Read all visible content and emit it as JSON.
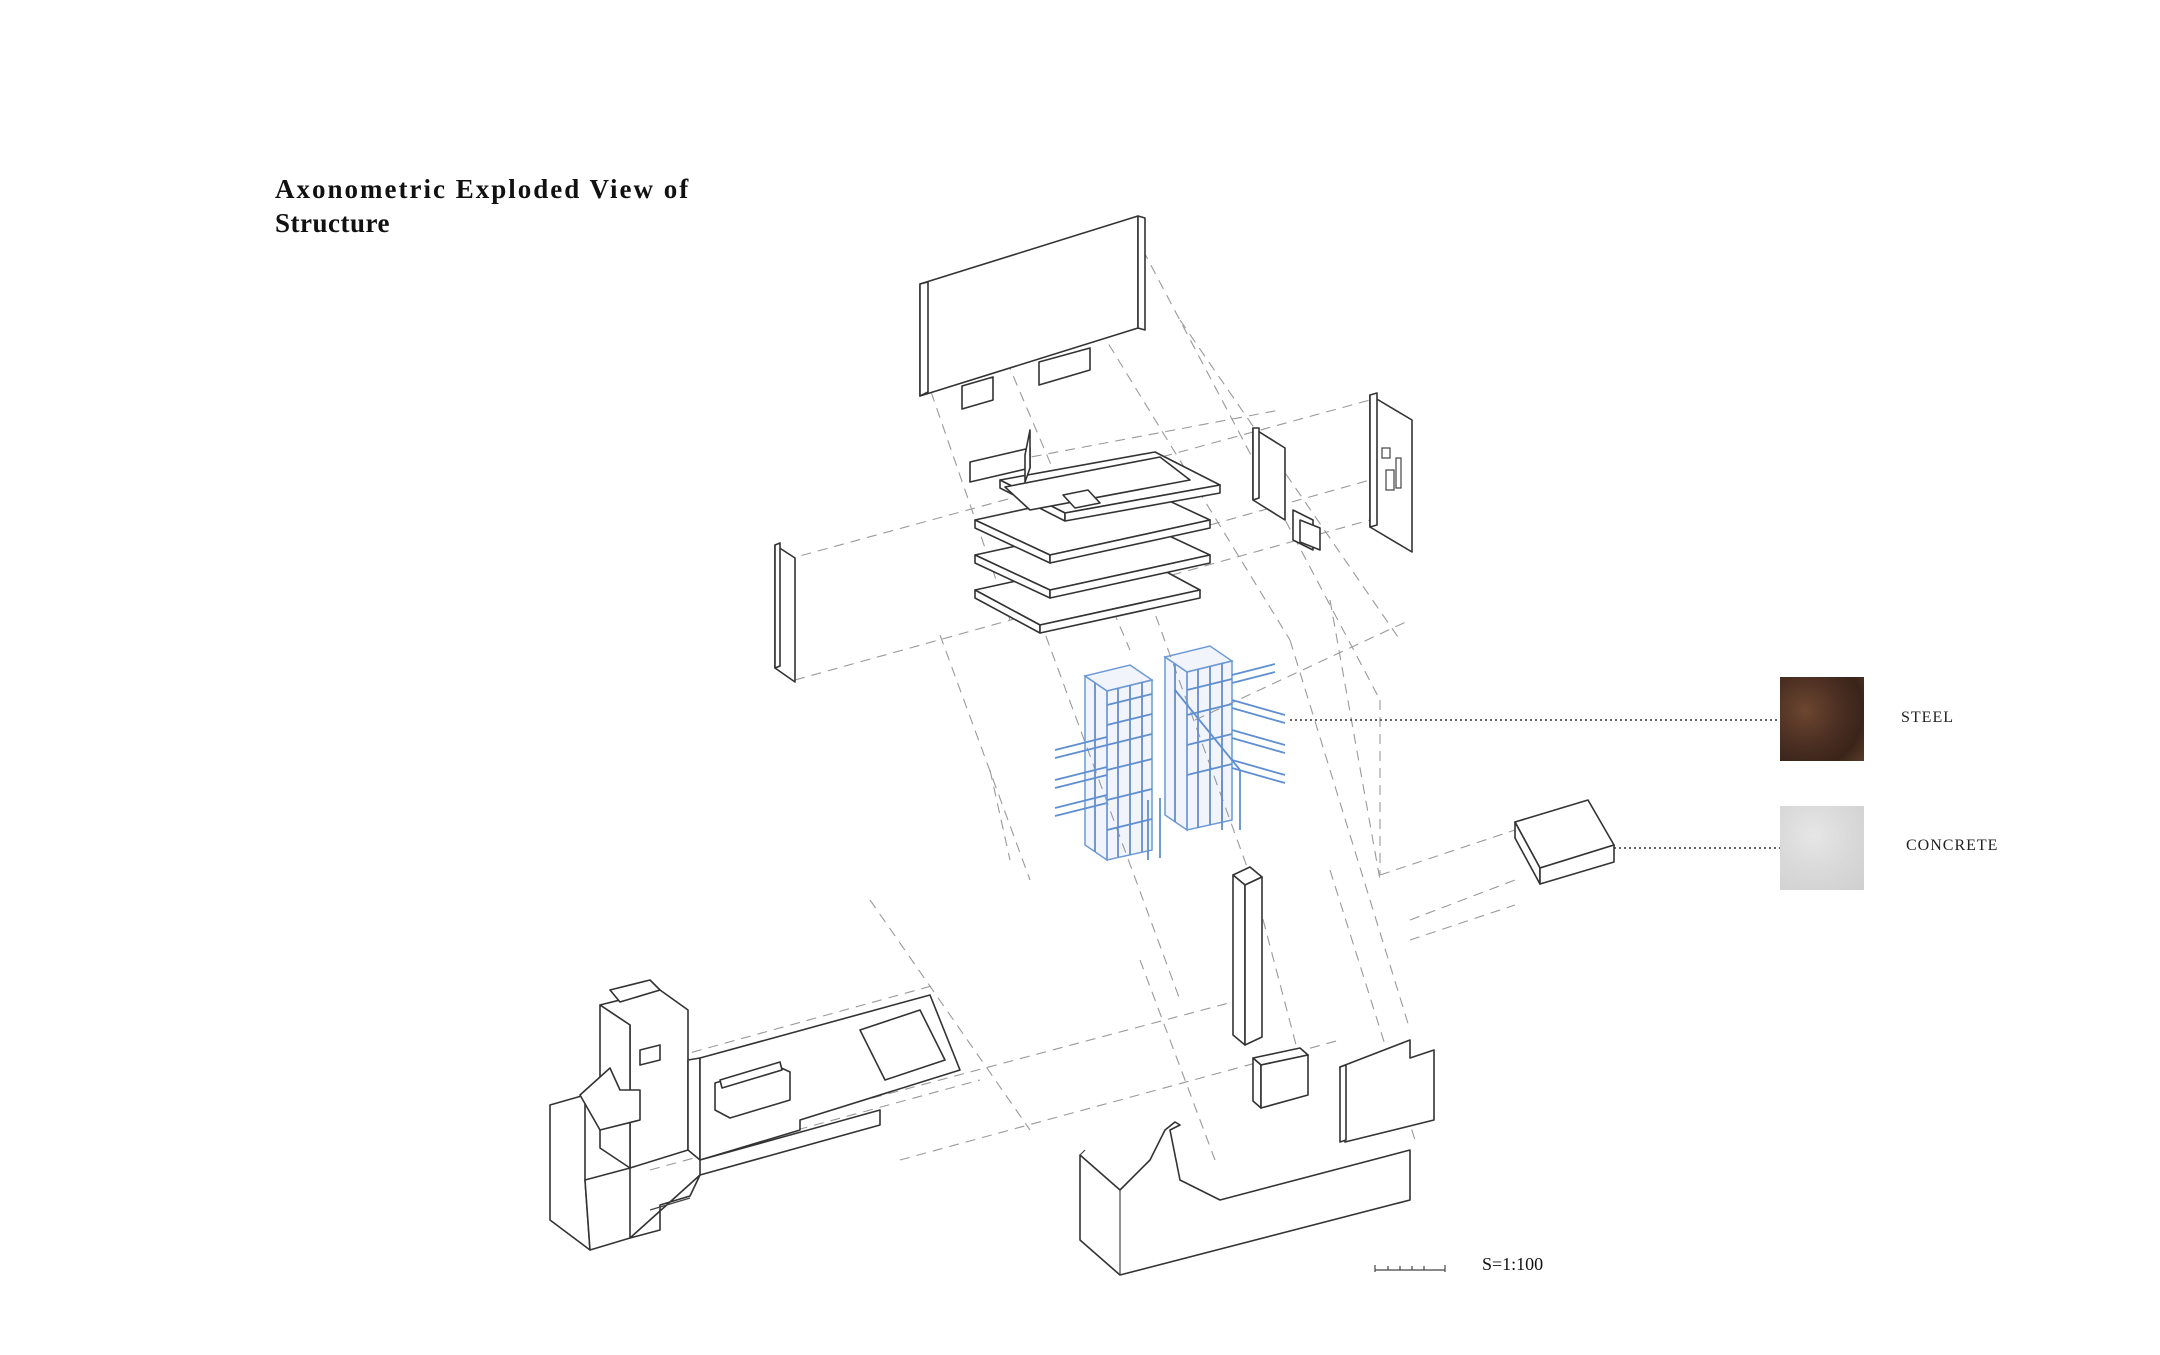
{
  "title": {
    "line1": "Axonometric Exploded View of",
    "line2": "Structure"
  },
  "legend": {
    "items": [
      {
        "label": "STEEL",
        "color": "#4b2f22"
      },
      {
        "label": "CONCRETE",
        "color": "#d9d9d9"
      }
    ]
  },
  "scale": {
    "text": "S=1:100"
  },
  "colors": {
    "line": "#333333",
    "steel_frame": "#5f8fd0",
    "dashed": "#9a9a9a"
  }
}
